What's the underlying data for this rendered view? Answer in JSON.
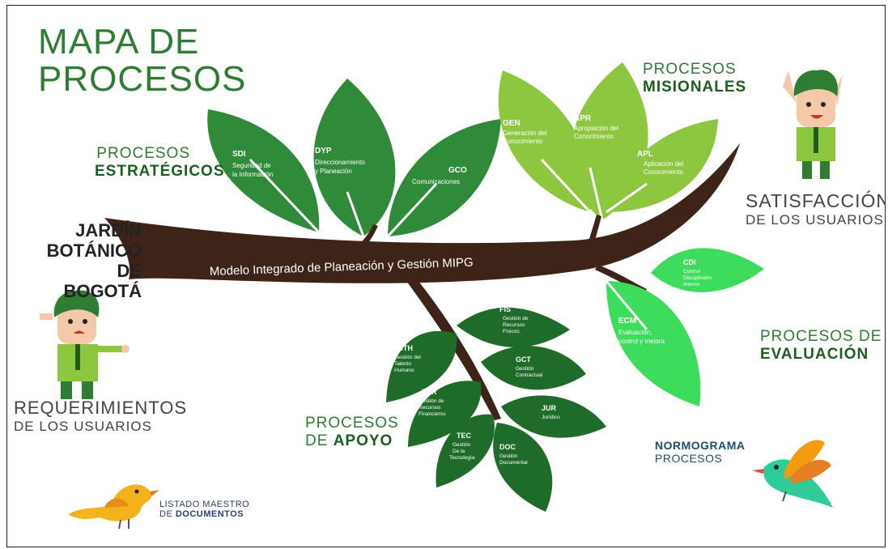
{
  "title": {
    "line1": "MAPA DE",
    "line2": "PROCESOS"
  },
  "organization": {
    "line1": "JARDÍN",
    "line2": "BOTÁNICO",
    "line3": "DE BOGOTÁ"
  },
  "trunk_label": "Modelo Integrado de Planeación y Gestión MIPG",
  "groups": {
    "estrategicos": {
      "line1": "PROCESOS",
      "line2": "ESTRATÉGICOS"
    },
    "misionales": {
      "line1": "PROCESOS",
      "line2": "MISIONALES"
    },
    "evaluacion": {
      "line1": "PROCESOS DE",
      "line2": "EVALUACIÓN"
    },
    "apoyo": {
      "line1": "PROCESOS",
      "line2": "DE APOYO",
      "line2a": "DE ",
      "line2b": "APOYO"
    }
  },
  "users": {
    "satisfaccion": {
      "line1": "SATISFACCIÓN",
      "line2": "DE LOS USUARIOS"
    },
    "requerimientos": {
      "line1": "REQUERIMIENTOS",
      "line2": "DE LOS USUARIOS"
    }
  },
  "links": {
    "listado": {
      "line1": "LISTADO MAESTRO",
      "line2a": "DE ",
      "line2b": "DOCUMENTOS"
    },
    "normograma": {
      "line1": "NORMOGRAMA",
      "line2": "PROCESOS"
    }
  },
  "leaves": {
    "sdi": {
      "code": "SDI",
      "l1": "Seguridad de",
      "l2": "la Información"
    },
    "dyp": {
      "code": "DYP",
      "l1": "Direccionamiento",
      "l2": "y Planeación"
    },
    "gco": {
      "code": "GCO",
      "l1": "Comunicaciones"
    },
    "gen": {
      "code": "GEN",
      "l1": "Generación del",
      "l2": "Conocimiento"
    },
    "apr": {
      "code": "APR",
      "l1": "Apropiación del",
      "l2": "Conocimiento"
    },
    "apl": {
      "code": "APL",
      "l1": "Aplicación del",
      "l2": "Conocimiento"
    },
    "cdi": {
      "code": "CDI",
      "l1": "Control",
      "l2": "Disciplinario",
      "l3": "Interno"
    },
    "ecm": {
      "code": "ECM",
      "l1": "Evaluación,",
      "l2": "control y mejora"
    },
    "fis": {
      "code": "FIS",
      "l1": "Gestión de",
      "l2": "Recursos",
      "l3": "Físicos"
    },
    "gth": {
      "code": "GTH",
      "l1": "Gestión del",
      "l2": "Talento",
      "l3": "Humano"
    },
    "gct": {
      "code": "GCT",
      "l1": "Gestión",
      "l2": "Contractual"
    },
    "fcr": {
      "code": "FCR",
      "l1": "Gestión de",
      "l2": "Recursos",
      "l3": "Financieros"
    },
    "jur": {
      "code": "JUR",
      "l1": "Jurídico"
    },
    "tec": {
      "code": "TEC",
      "l1": "Gestión",
      "l2": "De la",
      "l3": "Tecnología"
    },
    "doc": {
      "code": "DOC",
      "l1": "Gestión",
      "l2": "Documental"
    }
  },
  "colors": {
    "dark_green": "#2e7d32",
    "strategic_leaf": "#2f8a3a",
    "misional_leaf": "#8dc63f",
    "evaluation_leaf": "#3ddc5c",
    "support_leaf": "#1e6b2a",
    "trunk": "#3e2418"
  }
}
